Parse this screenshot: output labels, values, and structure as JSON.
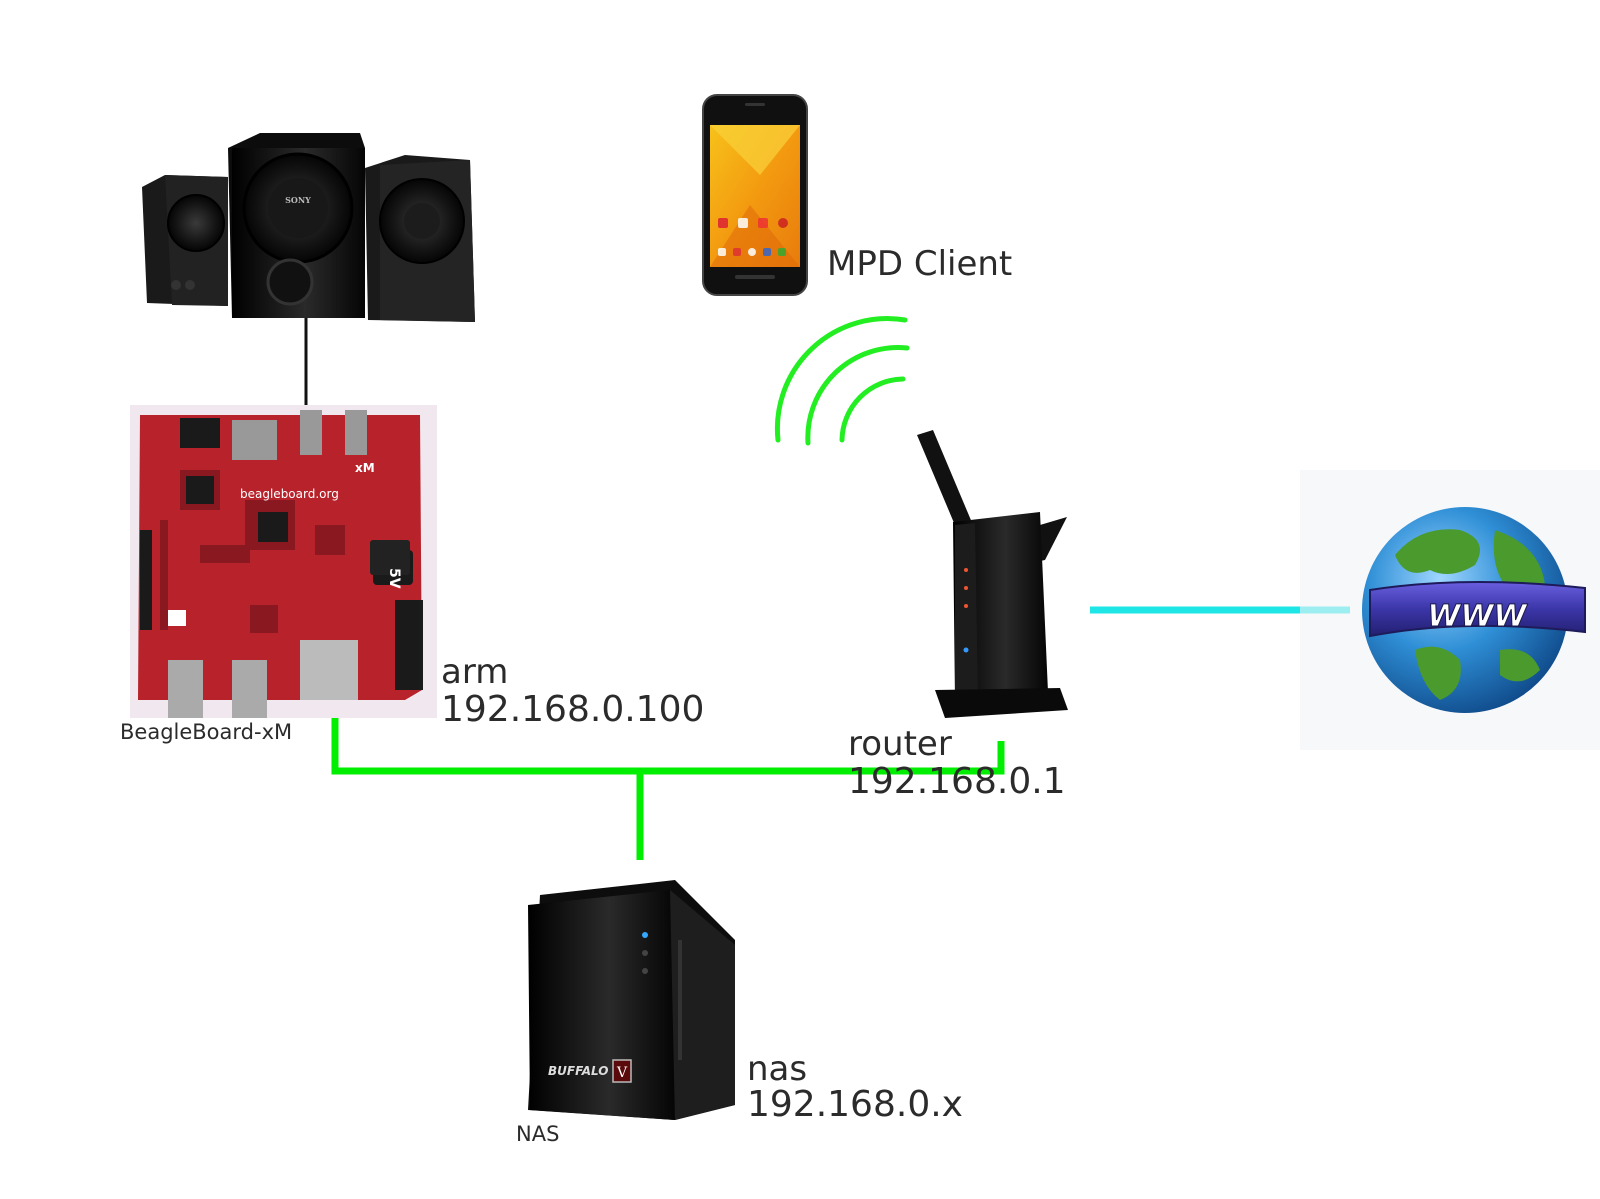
{
  "nodes": {
    "client": {
      "label": "MPD Client"
    },
    "arm": {
      "caption": "BeagleBoard-xM",
      "name": "arm",
      "ip": "192.168.0.100"
    },
    "router": {
      "name": "router",
      "ip": "192.168.0.1"
    },
    "nas": {
      "caption": "NAS",
      "name": "nas",
      "ip": "192.168.0.x"
    },
    "internet": {
      "badge": "WWW"
    }
  },
  "device_markings": {
    "speaker_brand": "SONY",
    "board_text": "beagleboard.org",
    "board_model": "xM",
    "board_jack": "5V",
    "nas_brand": "BUFFALO",
    "nas_badge": "V"
  },
  "colors": {
    "lan_link": "#00ee00",
    "wifi_waves": "#22ee22",
    "wan_link": "#1ee6e6",
    "audio_cable": "#111111",
    "device_black": "#111111",
    "board_red": "#b8222b",
    "globe_ocean": "#2f8fd6",
    "globe_land": "#4a9a2e",
    "globe_band": "#3b36a8"
  },
  "icons": [
    "speakers-icon",
    "smartphone-icon",
    "wifi-signal-icon",
    "beagleboard-icon",
    "router-icon",
    "nas-icon",
    "globe-www-icon"
  ]
}
